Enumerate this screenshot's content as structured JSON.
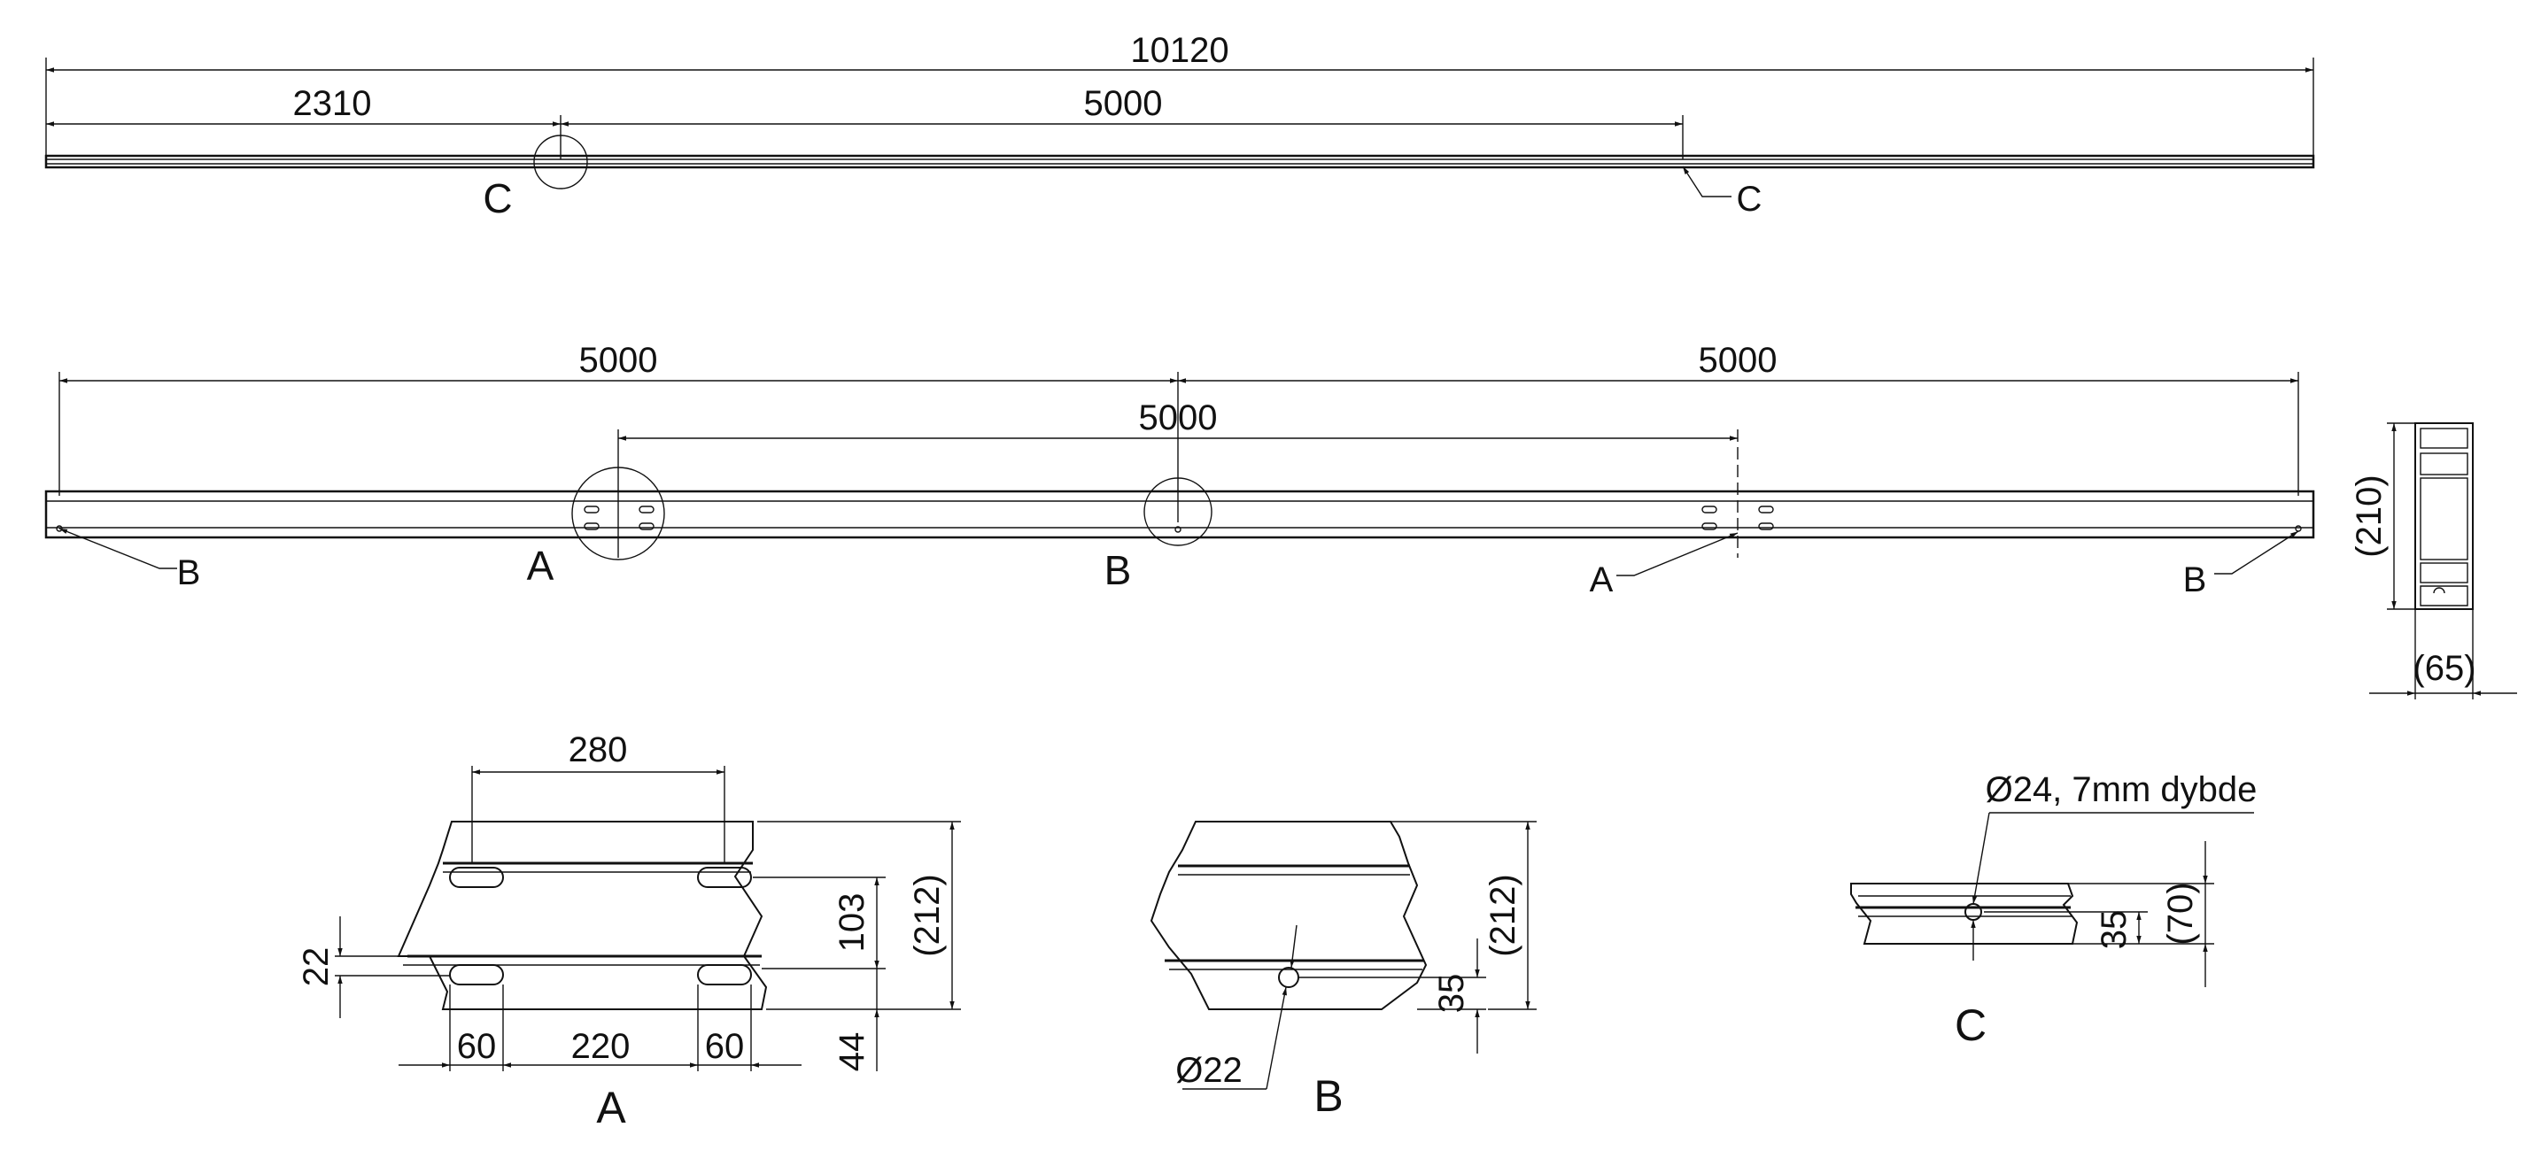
{
  "top_view": {
    "overall_length": "10120",
    "offset_left": "2310",
    "center_span": "5000",
    "callout_left": "C",
    "callout_right": "C"
  },
  "side_view": {
    "span_left": "5000",
    "span_right": "5000",
    "span_middle": "5000",
    "callout_b_left": "B",
    "callout_a_left": "A",
    "callout_b_mid": "B",
    "callout_a_right": "A",
    "callout_b_right": "B"
  },
  "section_view": {
    "height": "(210)",
    "width": "(65)"
  },
  "detail_a": {
    "slot_spacing_top": "280",
    "slot_height": "22",
    "total_height": "(212)",
    "upper_offset": "103",
    "lower_offset": "44",
    "slot_width_left": "60",
    "slot_spacing_bottom": "220",
    "slot_width_right": "60",
    "label": "A"
  },
  "detail_b": {
    "total_height": "(212)",
    "hole_offset": "35",
    "hole_diameter": "Ø22",
    "label": "B"
  },
  "detail_c": {
    "note": "Ø24, 7mm dybde",
    "offset": "35",
    "height": "(70)",
    "label": "C"
  }
}
